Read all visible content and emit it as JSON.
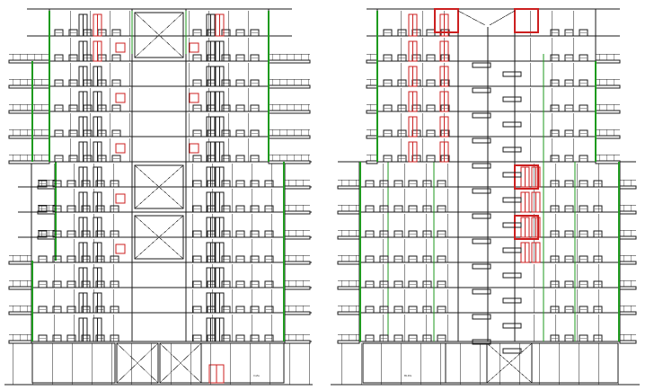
{
  "drawing": {
    "views": [
      {
        "name": "section-left",
        "floor_tags": [],
        "ground_tag": "Cafe"
      },
      {
        "name": "section-right",
        "floor_tags": [],
        "ground_tag": "BLDG"
      }
    ]
  },
  "colors": {
    "line": "#1a1a1a",
    "green": "#1e9a1e",
    "red": "#cc1f1f",
    "fill": "#ffffff",
    "text": "#333333"
  }
}
